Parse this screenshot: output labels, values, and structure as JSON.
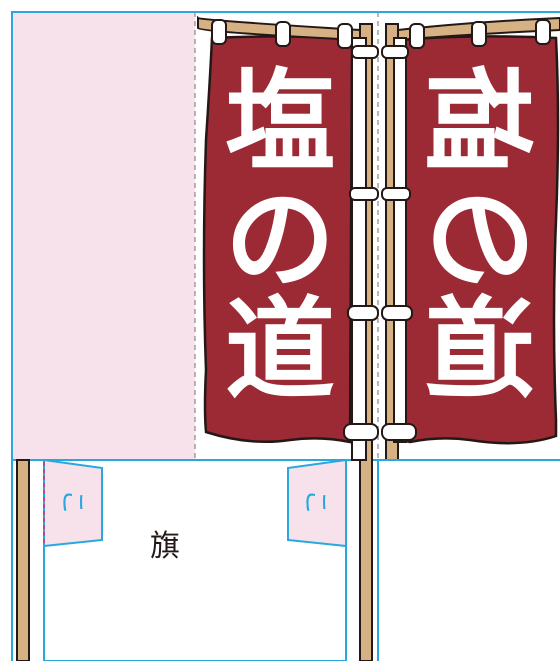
{
  "banner": {
    "front_text": [
      "塩",
      "の",
      "道"
    ],
    "back_text_mirrored": [
      "塩",
      "の",
      "道"
    ],
    "cloth_color": "#9b2a35",
    "text_color": "#ffffff"
  },
  "template": {
    "flag_label": "旗",
    "glue_tab_marks": [
      "こ",
      "こ"
    ],
    "tab_fill_color": "#f7e2ec",
    "cut_line_color": "#29a8df",
    "fold_line_color": "#888888"
  },
  "pole": {
    "wood_color": "#d6b183",
    "outline_color": "#231815"
  },
  "icons": [
    "wooden-pole-icon",
    "cloth-loop-icon",
    "fold-line",
    "glue-tab"
  ]
}
